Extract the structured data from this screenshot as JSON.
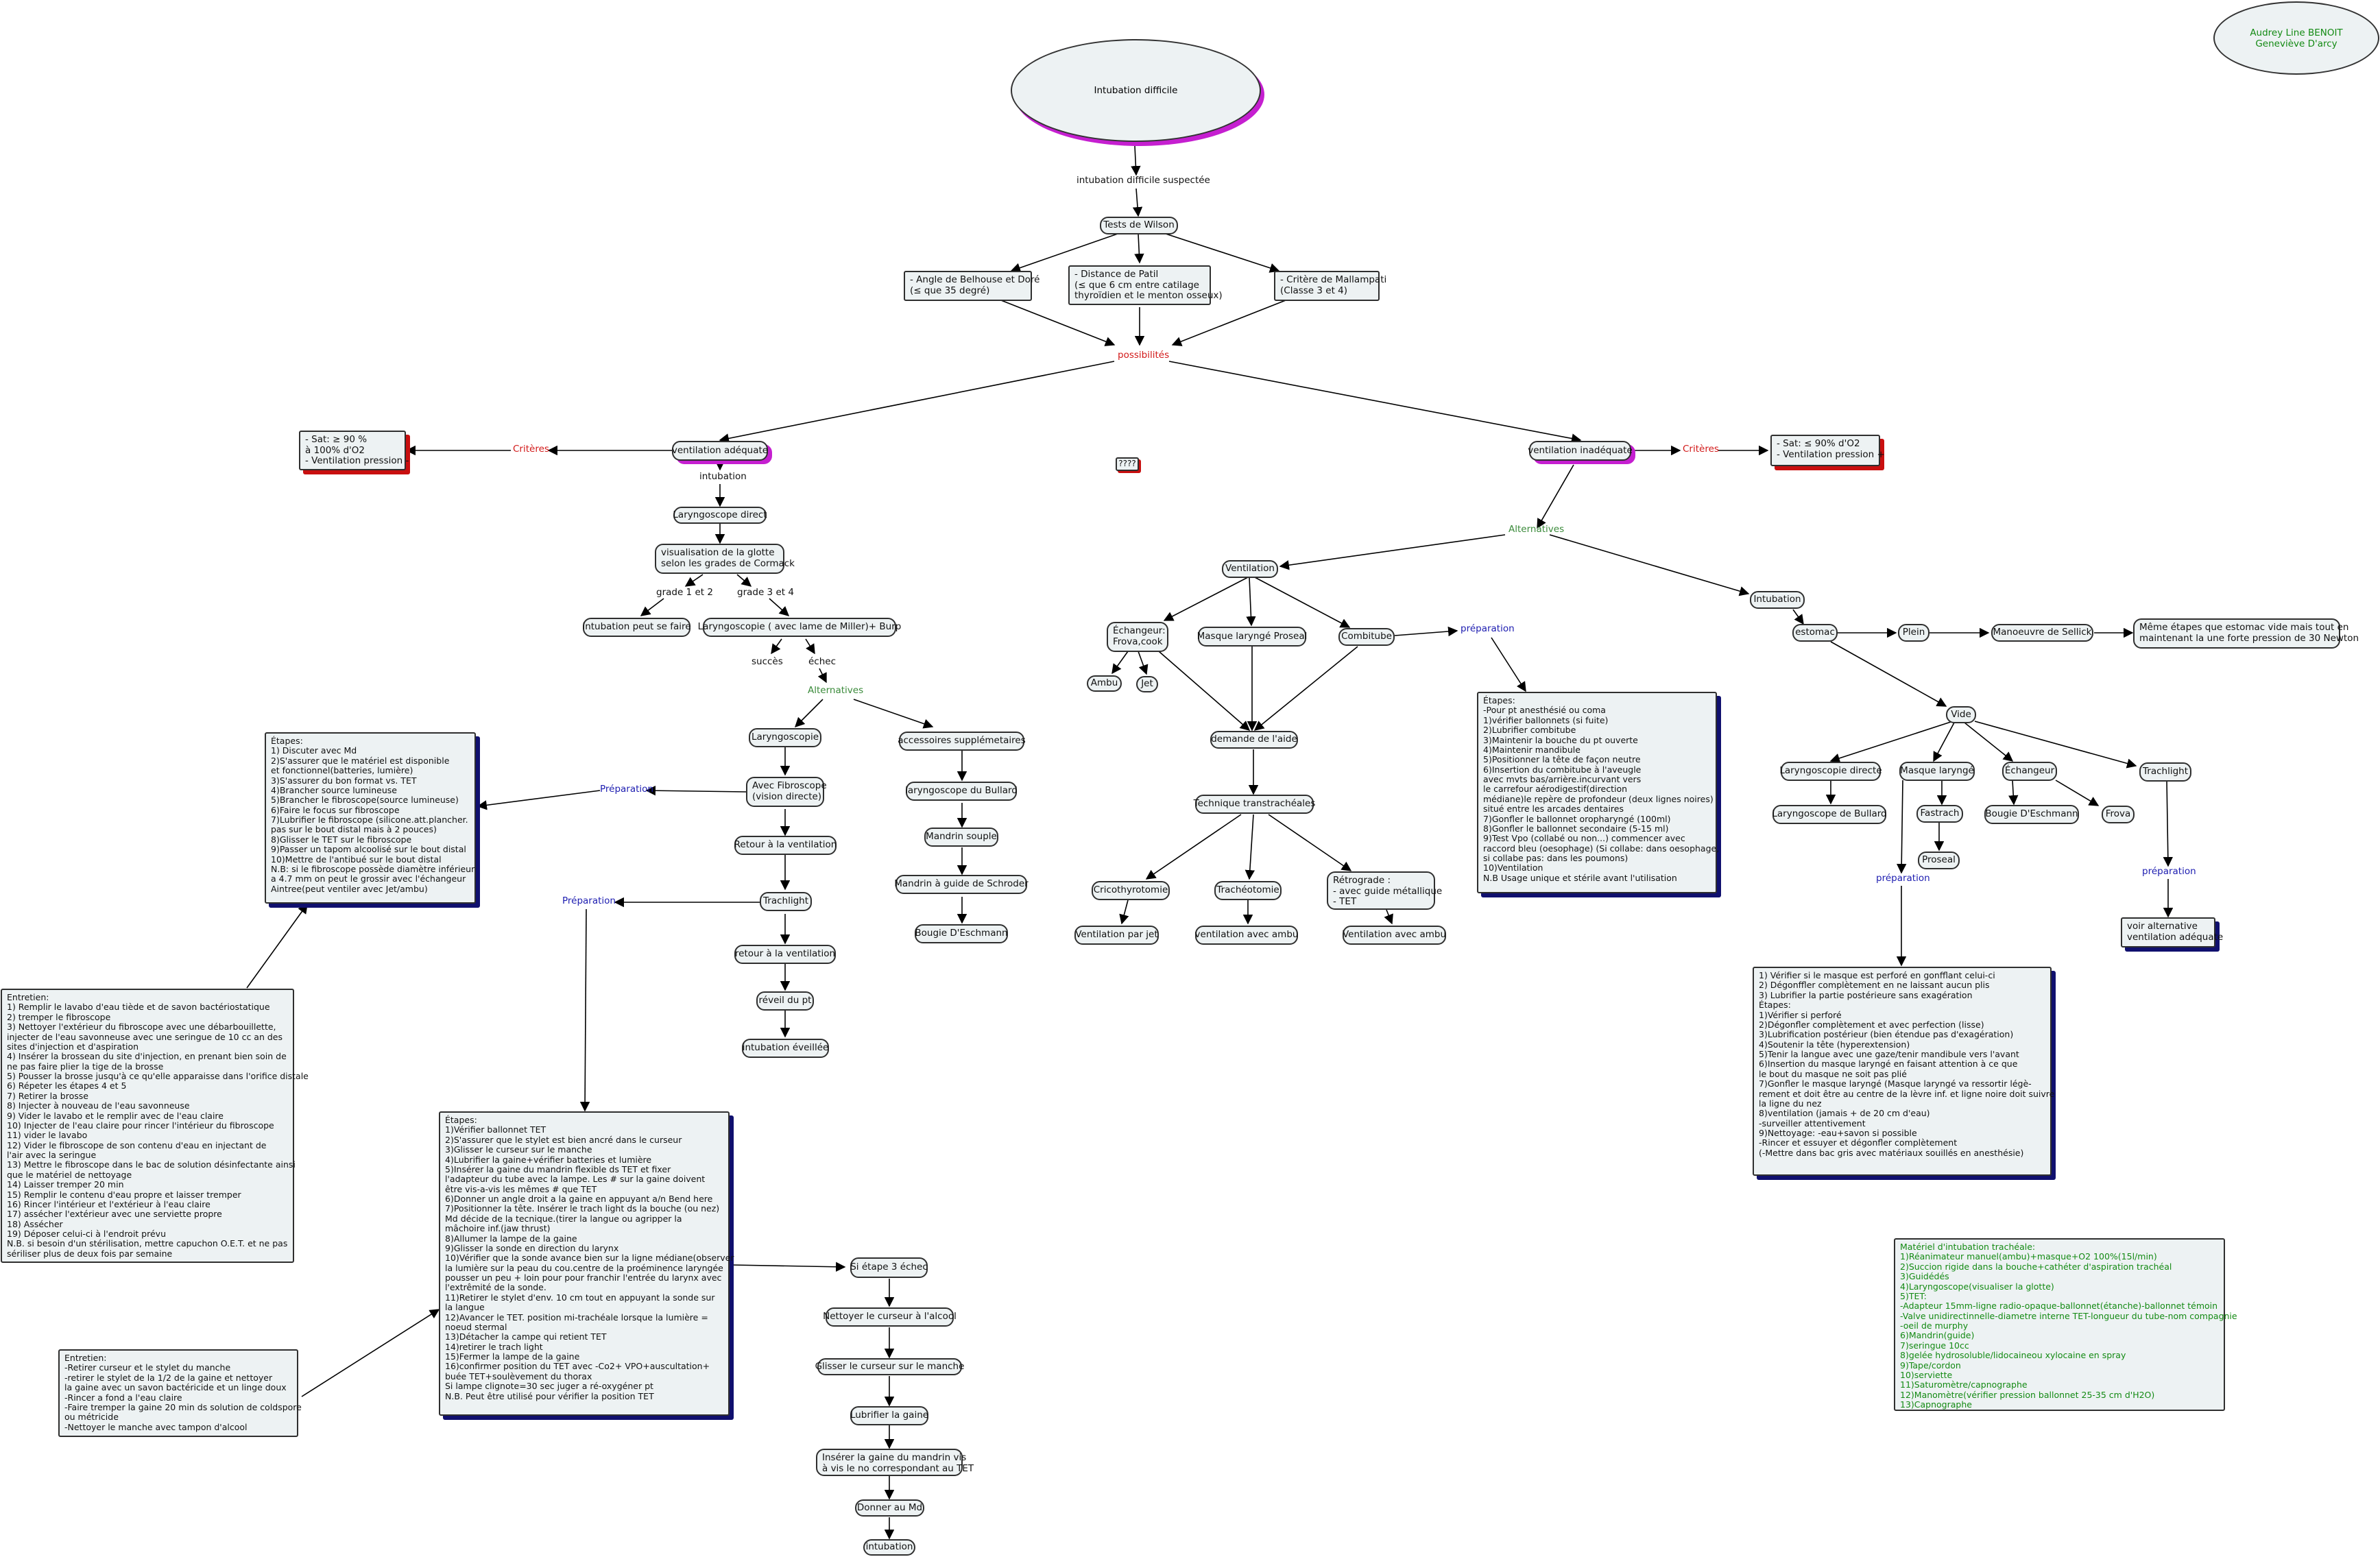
{
  "authors": "Audrey Line BENOIT\nGeneviève D'arcy",
  "title": "Intubation difficile",
  "top": {
    "suspected": "intubation difficile suspectée",
    "wilson": "Tests de Wilson",
    "belhouse": "- Angle de Belhouse et Doré\n(≤ que 35 degré)",
    "patil": "- Distance de Patil\n(≤ que 6 cm entre catilage\nthyroïdien et le menton osseux)",
    "mallampati": "- Critère de Mallampati\n(Classe 3 et 4)",
    "possibilites": "possibilités",
    "unknown": "????"
  },
  "left": {
    "vent_ok": "ventilation adéquate",
    "criteres": "Critères",
    "sat_ok": "- Sat: ≥ 90 %\nà 100% d'O2\n- Ventilation pression -",
    "intubation": "intubation",
    "laryngo_direct": "Laryngoscope direct",
    "glotte": "visualisation de la glotte\nselon les grades de Cormack",
    "grade12": "grade 1 et 2",
    "grade34": "grade 3 et 4",
    "intub_faire": "intubation peut se faire",
    "miller": "Laryngoscopie ( avec lame de Miller)+ Burp",
    "succes": "succès",
    "echec": "échec",
    "alternatives": "Alternatives",
    "laryngoscopie": "Laryngoscopie",
    "accessoires": "accessoires supplémetaires",
    "fibroscope": "Avec Fibroscope\n(vision directe)",
    "preparation1": "Préparation",
    "bullard": "laryngoscope du Bullard",
    "retour1": "Retour à la ventilation",
    "mandrin_souple": "Mandrin souple",
    "schroder": "Mandrin à guide de Schroder",
    "trachlight": "Trachlight",
    "preparation2": "Préparation",
    "eschmann": "Bougie D'Eschmann",
    "retour2": "retour à la ventilation",
    "reveil": "réveil du pt",
    "intub_eveillee": "intubation éveillée",
    "fibro_etapes": "Étapes:\n1) Discuter avec Md\n2)S'assurer que le matériel est disponible\net fonctionnel(batteries, lumière)\n3)S'assurer du bon format vs. TET\n4)Brancher source lumineuse\n5)Brancher le fibroscope(source lumineuse)\n6)Faire le focus sur fibroscope\n7)Lubrifier le fibroscope (silicone.att.plancher.\npas sur le bout distal mais à 2 pouces)\n8)Glisser le TET sur le fibroscope\n9)Passer un tapom alcoolisé sur le bout distal\n10)Mettre de l'antibué sur le bout distal\nN.B: si le fibroscope possède diamètre inférieur\na 4.7 mm on peut le grossir avec l'échangeur\nAintree(peut ventiler avec Jet/ambu)",
    "entretien1": "Entretien:\n1) Remplir le lavabo d'eau tiède et de savon bactériostatique\n2) tremper le fibroscope\n3) Nettoyer l'extérieur du fibroscope avec une débarbouillette,\ninjecter de l'eau savonneuse avec une seringue de 10 cc an des\nsites d'injection et d'aspiration\n4) Insérer la brossean du site d'injection, en prenant bien soin de\nne pas faire plier la tige de la brosse\n5) Pousser la brosse jusqu'à ce qu'elle apparaisse dans l'orifice distale\n6) Répeter les étapes 4 et 5\n7) Retirer la brosse\n8) Injecter à nouveau de l'eau savonneuse\n9) Vider le lavabo et le remplir avec de l'eau claire\n10) Injecter de l'eau claire pour rincer l'intérieur du fibroscope\n11) vider le lavabo\n12) Vider le fibroscope de son contenu d'eau en injectant de\nl'air avec la seringue\n13) Mettre le fibroscope dans le bac de solution désinfectante ainsi\nque le matériel de nettoyage\n14) Laisser tremper 20 min\n15) Remplir le contenu d'eau propre et laisser tremper\n16) Rincer l'intérieur et l'extérieur à l'eau claire\n17) assécher l'extérieur avec une serviette propre\n18) Assécher\n19) Déposer celui-ci à l'endroit prévu\nN.B. si besoin d'un stérilisation, mettre capuchon O.E.T. et ne pas\nsériliser plus de deux fois par semaine",
    "trach_etapes": "Étapes:\n1)Vérifier ballonnet TET\n2)S'assurer que le stylet est bien ancré dans le curseur\n3)Glisser le curseur sur le manche\n4)Lubrifier la gaine+vérifier batteries et lumière\n5)Insérer la gaine du mandrin flexible ds TET et fixer\nl'adapteur du tube avec la lampe. Les # sur la gaine doivent\nêtre vis-a-vis les mêmes # que TET\n6)Donner un angle droit a la gaine en appuyant a/n Bend here\n7)Positionner la tête. Insérer le trach light ds la bouche (ou nez)\nMd décide de la tecnique.(tirer la langue ou agripper la\nmâchoire inf.(jaw thrust)\n8)Allumer la lampe de la gaine\n9)Glisser la sonde en direction du larynx\n10)Vérifier que la sonde avance bien sur la ligne médiane(observer\nla lumière sur la peau du cou.centre de la proéminence laryngée\npousser un peu + loin pour pour franchir l'entrée du larynx avec\nl'extrêmité de la sonde.\n11)Retirer le stylet d'env. 10 cm tout en appuyant la sonde sur\nla langue\n12)Avancer le TET. position mi-trachéale lorsque la lumière =\nnoeud stermal\n13)Détacher la campe qui retient TET\n14)retirer le trach light\n15)Fermer la lampe de la gaine\n16)confirmer position du TET avec -Co2+ VPO+auscultation+\nbuée TET+soulèvement du thorax\nSi lampe clignote=30 sec juger a ré-oxygéner pt\nN.B. Peut être utilisé pour vérifier la position TET",
    "entretien2": "Entretien:\n-Retirer curseur et le stylet du manche\n-retirer le stylet de la 1/2 de la gaine et nettoyer\nla gaine avec un savon bactéricide et un linge doux\n-Rincer a fond a l'eau claire\n-Faire tremper la gaine 20 min ds solution de coldspore\nou métricide\n-Nettoyer le manche avec tampon d'alcool",
    "si3": "Si étape 3 échec",
    "nettoyer": "Nettoyer le curseur à l'alcool",
    "glisser": "Glisser le curseur sur le manche",
    "lubrifier": "Lubrifier la gaine",
    "inserer": "Insérer la gaine du mandrin vis\nà vis le no correspondant au TET",
    "donner": "Donner au Md",
    "intubation_final": "intubation"
  },
  "right": {
    "vent_bad": "ventilation inadéquate",
    "criteres": "Critères",
    "sat_bad": "- Sat: ≤ 90% d'O2\n- Ventilation pression +",
    "alternatives": "Alternatives",
    "ventilation": "Ventilation",
    "echangeur": "Échangeur:\nFrova,cook",
    "ambu": "Ambu",
    "jet": "Jet",
    "masque_proseal": "Masque laryngé Proseal",
    "combitube": "Combitube",
    "preparation": "préparation",
    "combi_etapes": "Étapes:\n-Pour pt anesthésié ou coma\n1)vérifier ballonnets (si fuite)\n2)Lubrifier combitube\n3)Maintenir la bouche du pt ouverte\n4)Maintenir mandibule\n5)Positionner la tête de façon neutre\n6)Insertion du combitube à l'aveugle\navec mvts bas/arrière.incurvant vers\nle carrefour aérodigestif(direction\nmédiane)le repère de profondeur (deux lignes noires)\nsitué entre les arcades dentaires\n7)Gonfler le ballonnet oropharyngé (100ml)\n8)Gonfler le ballonnet secondaire (5-15 ml)\n9)Test Vpo (collabé ou non...) commencer avec\nraccord bleu (oesophage) (Si collabe: dans oesophage,\nsi collabe pas: dans les poumons)\n10)Ventilation\nN.B Usage unique et stérile avant l'utilisation",
    "aide": "demande de l'aide",
    "transtracheales": "Technique transtrachéales",
    "crico": "Cricothyrotomie",
    "tracheo": "Trachéotomie",
    "retrograde": "Rétrograde :\n- avec guide métallique\n- TET",
    "jet_vent": "Ventilation par jet",
    "ambu_vent1": "ventilation avec ambu",
    "ambu_vent2": "Ventilation avec ambu",
    "intubation": "Intubation",
    "estomac": "estomac",
    "plein": "Plein",
    "sellick": "Manoeuvre de Sellick",
    "memes": "Même étapes que estomac vide mais tout en\nmaintenant la une forte pression de 30 Newton",
    "vide": "Vide",
    "laryngo_directe": "Laryngoscopie directe",
    "masque_larynge": "Masque laryngé",
    "echangeur2": "Échangeur",
    "trachlight": "Trachlight",
    "laryngo_bullard": "Laryngoscope de Bullard",
    "fastrach": "Fastrach",
    "eschmann": "Bougie D'Eschmann",
    "frova": "Frova",
    "proseal": "Proseal",
    "preparation2": "préparation",
    "preparation3": "préparation",
    "voir": "voir alternative\nventilation adéquate",
    "masque_etapes": "1) Vérifier si le masque est perforé en gonfflant celui-ci\n2) Dégonffler complètement en ne laissant aucun plis\n3) Lubrifier la partie postérieure sans exagération\nÉtapes:\n1)Vérifier si perforé\n2)Dégonfler complètement et avec perfection (lisse)\n3)Lubrification postérieur (bien étendue pas d'exagération)\n4)Soutenir la tête (hyperextension)\n5)Tenir la langue avec une gaze/tenir mandibule vers l'avant\n6)Insertion du masque laryngé en faisant attention à ce que\nle bout du masque ne soit pas plié\n7)Gonfler le masque laryngé (Masque laryngé va ressortir légè-\nrement et doit être au centre de la lèvre inf. et ligne noire doit suivre\nla ligne du nez\n8)ventilation (jamais + de 20 cm d'eau)\n-surveiller attentivement\n9)Nettoyage: -eau+savon si possible\n-Rincer et essuyer et dégonfler complètement\n(-Mettre dans bac gris avec matériaux souillés en anesthésie)",
    "materiel": "Matériel d'intubation trachéale:\n1)Réanimateur manuel(ambu)+masque+O2 100%(15l/min)\n2)Succion rigide dans la bouche+cathéter d'aspiration trachéal\n3)Guidédés\n4)Laryngoscope(visualiser la glotte)\n5)TET:\n-Adapteur 15mm-ligne radio-opaque-ballonnet(étanche)-ballonnet témoin\n-Valve unidirectinnelle-diametre interne TET-longueur du tube-nom compagnie\n-oeil de murphy\n6)Mandrin(guide)\n7)seringue 10cc\n8)gelée hydrosoluble/lidocaineou xylocaine en spray\n9)Tape/cordon\n10)serviette\n11)Saturomètre/capnographe\n12)Manomètre(vérifier pression ballonnet 25-35 cm d'H2O)\n13)Capnographe"
  }
}
